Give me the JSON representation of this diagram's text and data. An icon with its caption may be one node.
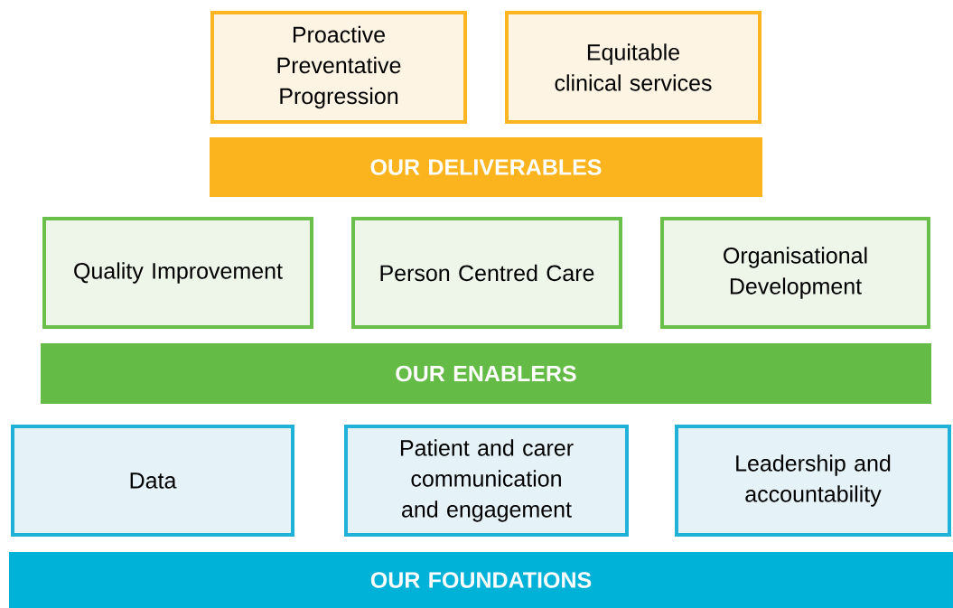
{
  "diagram": {
    "nodes": [
      {
        "text": [
          "Proactive Preventative Progression"
        ]
      },
      {
        "text": [
          "Equitable clinical services"
        ]
      },
      {
        "text": [
          "OUR DELIVERABLES"
        ]
      },
      {
        "text": [
          "Quality Improvement"
        ]
      },
      {
        "text": [
          "Person Centred Care"
        ]
      },
      {
        "text": [
          "Organisational Development"
        ]
      },
      {
        "text": [
          "OUR ENABLERS"
        ]
      },
      {
        "text": [
          "Data"
        ]
      },
      {
        "text": [
          "Patient and carer communication and engagement"
        ]
      },
      {
        "text": [
          "Leadership and accountability"
        ]
      },
      {
        "text": [
          "OUR FOUNDATIONS"
        ]
      }
    ]
  }
}
